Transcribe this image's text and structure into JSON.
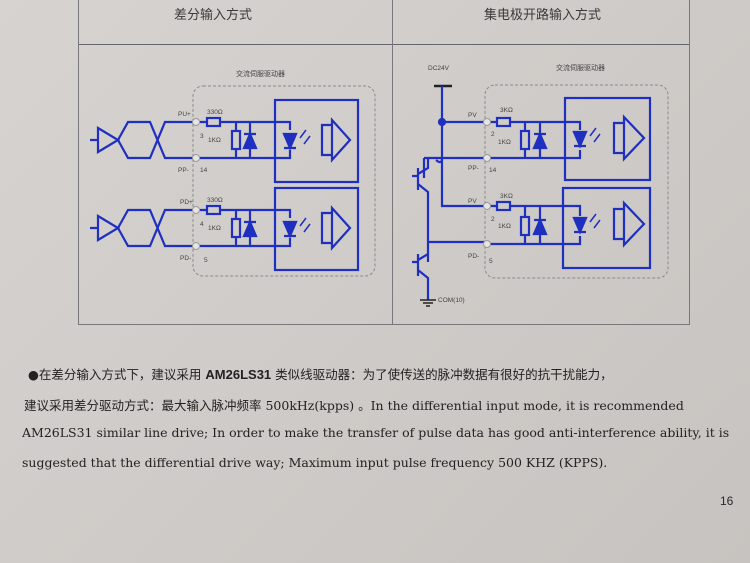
{
  "table": {
    "left_header": "差分输入方式",
    "right_header": "集电极开路输入方式"
  },
  "left_circuit": {
    "driver_label": "交流伺服驱动器",
    "ch1": {
      "pos_label": "PU+",
      "pos_pin": "3",
      "neg_label": "PP-",
      "neg_pin": "14",
      "r_series": "330Ω",
      "r_parallel": "1KΩ"
    },
    "ch2": {
      "pos_label": "PD+",
      "pos_pin": "4",
      "neg_label": "PD-",
      "neg_pin": "5",
      "r_series": "330Ω",
      "r_parallel": "1KΩ"
    }
  },
  "right_circuit": {
    "supply_label": "DC24V",
    "driver_label": "交流伺服驱动器",
    "com_label": "COM(10)",
    "ch1": {
      "pos_label": "PV",
      "pos_pin": "2",
      "neg_label": "PP-",
      "neg_pin": "14",
      "r_series": "3KΩ",
      "r_parallel": "1KΩ"
    },
    "ch2": {
      "pos_label": "PV",
      "pos_pin": "2",
      "neg_label": "PD-",
      "neg_pin": "5",
      "r_series": "3KΩ",
      "r_parallel": "1KΩ"
    }
  },
  "text": {
    "bullet": "●",
    "line1_a": "在差分输入方式下，建议采用 ",
    "line1_b": "AM26LS31",
    "line1_c": " 类似线驱动器：为了使传送的脉冲数据有很好的抗干扰能力，",
    "line2": "建议采用差分驱动方式：最大输入脉冲频率 500kHz(kpps) 。In the differential input mode, it is recommended",
    "line3": "AM26LS31 similar line drive; In order to make the transfer of pulse data has good anti-interference ability, it is",
    "line4": "suggested that the differential drive way; Maximum input pulse frequency 500 KHZ (KPPS)."
  },
  "page_number": "16",
  "colors": {
    "circuit": "#1f2fc0",
    "dashed": "#8a8a8e"
  }
}
